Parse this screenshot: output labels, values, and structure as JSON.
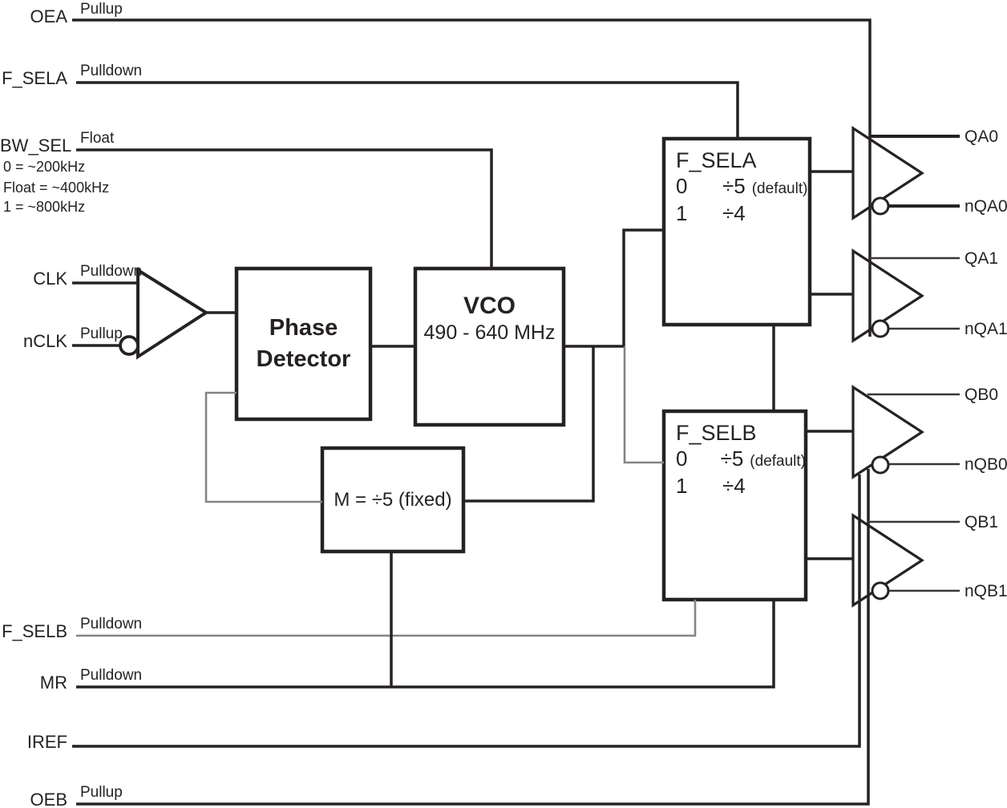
{
  "diagram": {
    "title_hint": "PLL clock generator block diagram",
    "colors": {
      "line": "#262223",
      "gray_line": "#848484"
    },
    "inputs": [
      {
        "name": "OEA",
        "pull": "Pullup"
      },
      {
        "name": "F_SELA",
        "pull": "Pulldown"
      },
      {
        "name": "BW_SEL",
        "pull": "Float"
      },
      {
        "name": "CLK",
        "pull": "Pulldown"
      },
      {
        "name": "nCLK",
        "pull": "Pullup"
      },
      {
        "name": "F_SELB",
        "pull": "Pulldown"
      },
      {
        "name": "MR",
        "pull": "Pulldown"
      },
      {
        "name": "IREF",
        "pull": ""
      },
      {
        "name": "OEB",
        "pull": "Pullup"
      }
    ],
    "bw_sel_notes": [
      "0 = ~200kHz",
      "Float = ~400kHz",
      "1 = ~800kHz"
    ],
    "blocks": {
      "phase_detector": {
        "line1": "Phase",
        "line2": "Detector"
      },
      "vco": {
        "title": "VCO",
        "subtitle": "490 - 640 MHz"
      },
      "m_divider": {
        "label": "M = ÷5 (fixed)"
      },
      "f_sela": {
        "title": "F_SELA",
        "rows": [
          {
            "value": "0",
            "div": "÷5",
            "note": "(default)"
          },
          {
            "value": "1",
            "div": "÷4",
            "note": ""
          }
        ]
      },
      "f_selb": {
        "title": "F_SELB",
        "rows": [
          {
            "value": "0",
            "div": "÷5",
            "note": "(default)"
          },
          {
            "value": "1",
            "div": "÷4",
            "note": ""
          }
        ]
      }
    },
    "outputs": [
      "QA0",
      "nQA0",
      "QA1",
      "nQA1",
      "QB0",
      "nQB0",
      "QB1",
      "nQB1"
    ]
  }
}
